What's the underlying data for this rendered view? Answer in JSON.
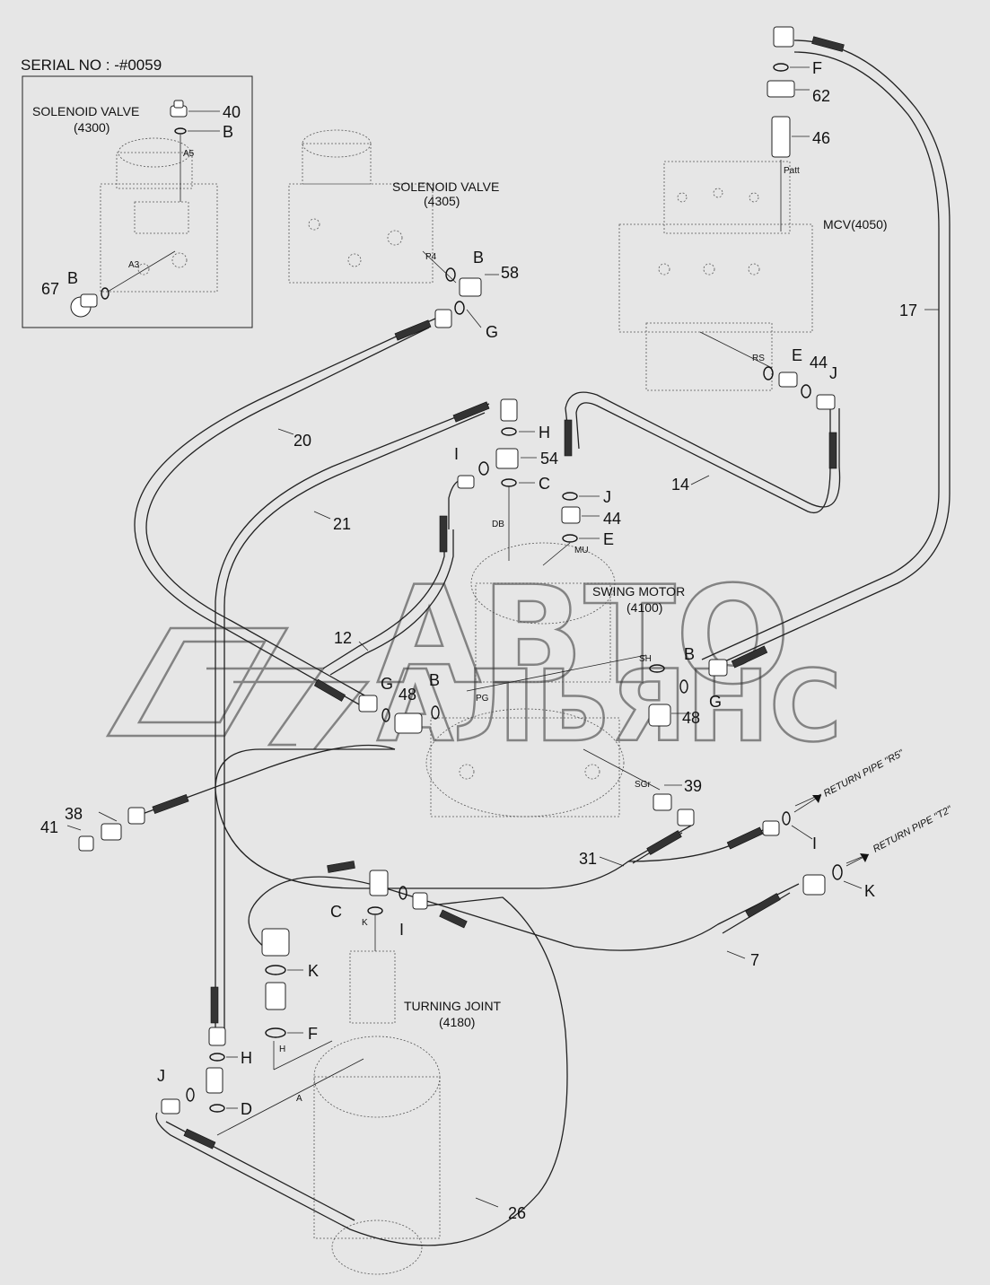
{
  "inset": {
    "title": "SERIAL NO : -#0059",
    "solenoid_label": "SOLENOID VALVE",
    "solenoid_code": "(4300)",
    "callouts": {
      "p40": "40",
      "p67": "67",
      "b1": "B",
      "b2": "B"
    },
    "ports": {
      "a5": "A5",
      "a3": "A3"
    }
  },
  "components": {
    "solenoid_4305": {
      "label": "SOLENOID VALVE",
      "code": "(4305)"
    },
    "mcv": {
      "label": "MCV(4050)"
    },
    "swing_motor": {
      "label": "SWING MOTOR",
      "code": "(4100)"
    },
    "turning_joint": {
      "label": "TURNING JOINT",
      "code": "(4180)"
    }
  },
  "ports": {
    "p4": "P4",
    "patt": "Patt",
    "rs": "RS",
    "db": "DB",
    "mu": "MU",
    "sh": "SH",
    "pg": "PG",
    "sgr": "SGr",
    "k": "K",
    "h": "H",
    "a": "A"
  },
  "parts": {
    "p62": "62",
    "p46": "46",
    "p17": "17",
    "p44a": "44",
    "p58": "58",
    "p20": "20",
    "p21": "21",
    "p14": "14",
    "p54": "54",
    "p44b": "44",
    "p12": "12",
    "p48a": "48",
    "p48b": "48",
    "p39": "39",
    "p38": "38",
    "p41": "41",
    "p31": "31",
    "p7": "7",
    "p26": "26"
  },
  "letters": {
    "f_top": "F",
    "e_rs": "E",
    "j_rs": "J",
    "b_p4": "B",
    "g_p4": "G",
    "h_54": "H",
    "i_54": "I",
    "c_54": "C",
    "j_44": "J",
    "e_44": "E",
    "g_48": "G",
    "b_48": "B",
    "b_sh": "B",
    "g_sh": "G",
    "i_r5": "I",
    "k_t2": "K",
    "c_tj": "C",
    "i_tj": "I",
    "k_tj": "K",
    "f_tj": "F",
    "h_tj": "H",
    "j_tj": "J",
    "d_tj": "D"
  },
  "returns": {
    "r5": "RETURN PIPE \"R5\"",
    "t2": "RETURN PIPE \"T2\""
  },
  "watermark": {
    "line1": "АВТО",
    "line2": "АЛЬЯНС"
  }
}
